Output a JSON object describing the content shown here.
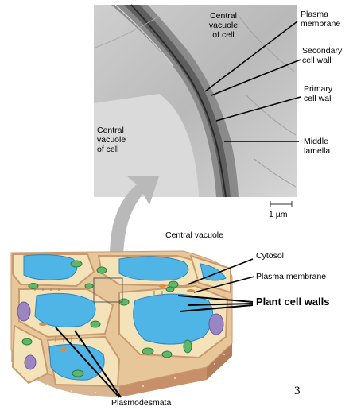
{
  "micrograph": {
    "labels": {
      "vacuole_top": "Central\nvacuole\nof cell",
      "vacuole_left": "Central\nvacuole\nof cell",
      "plasma_membrane": "Plasma\nmembrane",
      "secondary_wall": "Secondary\ncell wall",
      "primary_wall": "Primary\ncell wall",
      "middle_lamella": "Middle\nlamella",
      "scale": "1 µm"
    }
  },
  "drawing": {
    "labels": {
      "central_vacuole": "Central vacuole",
      "cytosol": "Cytosol",
      "plasma_membrane": "Plasma membrane",
      "plant_cell_walls": "Plant cell walls",
      "plasmodesmata": "Plasmodesmata"
    }
  },
  "page_number": "3",
  "colors": {
    "vacuole": "#4fb4e6",
    "cytoplasm": "#f4e3b8",
    "wall": "#e7c79a",
    "wall_side": "#c8906a",
    "chloroplast": "#5fb86a",
    "nucleus": "#9b86c4",
    "arrow": "#b9b9b9"
  }
}
